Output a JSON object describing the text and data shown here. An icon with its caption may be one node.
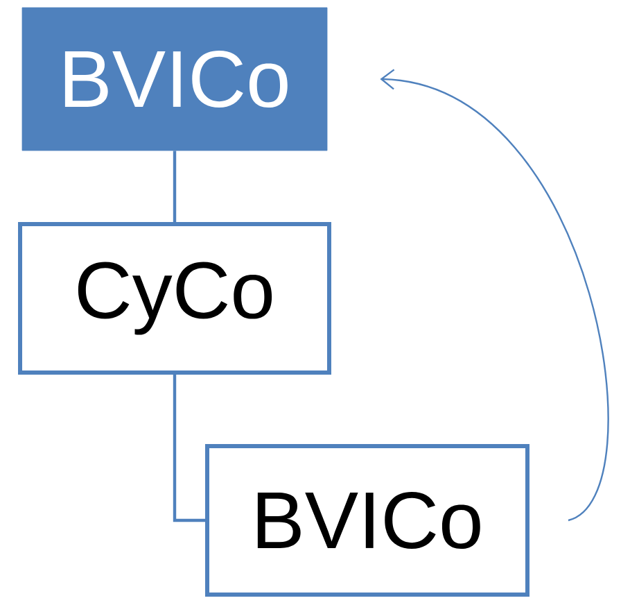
{
  "diagram": {
    "nodes": [
      {
        "text": [
          "BVICo"
        ]
      },
      {
        "text": [
          "CyCo"
        ]
      },
      {
        "text": [
          "BVICo"
        ]
      }
    ],
    "edges": [
      {
        "from": 0,
        "to": 1,
        "arrow": "none"
      },
      {
        "from": 1,
        "to": 2,
        "arrow": "none"
      },
      {
        "from": 2,
        "to": 0,
        "arrow": "to"
      }
    ]
  }
}
